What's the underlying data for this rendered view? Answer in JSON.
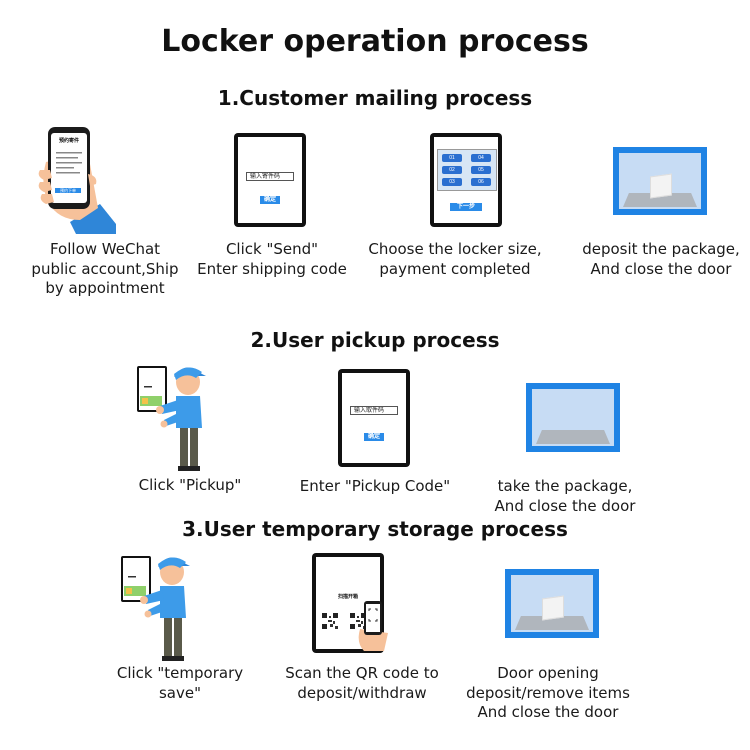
{
  "title": "Locker operation process",
  "sections": [
    {
      "heading": "1.Customer mailing process",
      "steps": [
        {
          "lines": [
            "Follow WeChat",
            "public account,Ship",
            "by appointment"
          ],
          "screen_title": "预约寄件",
          "screen_button": "预约下单"
        },
        {
          "lines": [
            "Click \"Send\"",
            "Enter shipping code"
          ],
          "input_text": "输入寄件码",
          "button_text": "确定"
        },
        {
          "lines": [
            "Choose the locker size,",
            "payment completed"
          ],
          "cells": [
            "01",
            "04",
            "02",
            "05",
            "03",
            "06"
          ],
          "button_text": "下一步"
        },
        {
          "lines": [
            "deposit the package,",
            "And close the door"
          ]
        }
      ]
    },
    {
      "heading": "2.User pickup process",
      "steps": [
        {
          "lines": [
            "Click \"Pickup\""
          ]
        },
        {
          "lines": [
            "Enter \"Pickup Code\""
          ],
          "input_text": "输入取件码",
          "button_text": "确定"
        },
        {
          "lines": [
            "take the package,",
            "And close the door"
          ]
        }
      ]
    },
    {
      "heading": "3.User temporary storage process",
      "steps": [
        {
          "lines": [
            "Click \"temporary",
            "save\""
          ]
        },
        {
          "lines": [
            "Scan the QR code to",
            "deposit/withdraw"
          ],
          "screen_title": "扫描开箱"
        },
        {
          "lines": [
            "Door opening",
            "deposit/remove items",
            "And close the door"
          ]
        }
      ]
    }
  ],
  "colors": {
    "accent": "#1f83e4",
    "screen_button": "#2a8be8",
    "shirt": "#3d9be9",
    "pants": "#5a5a4a"
  }
}
